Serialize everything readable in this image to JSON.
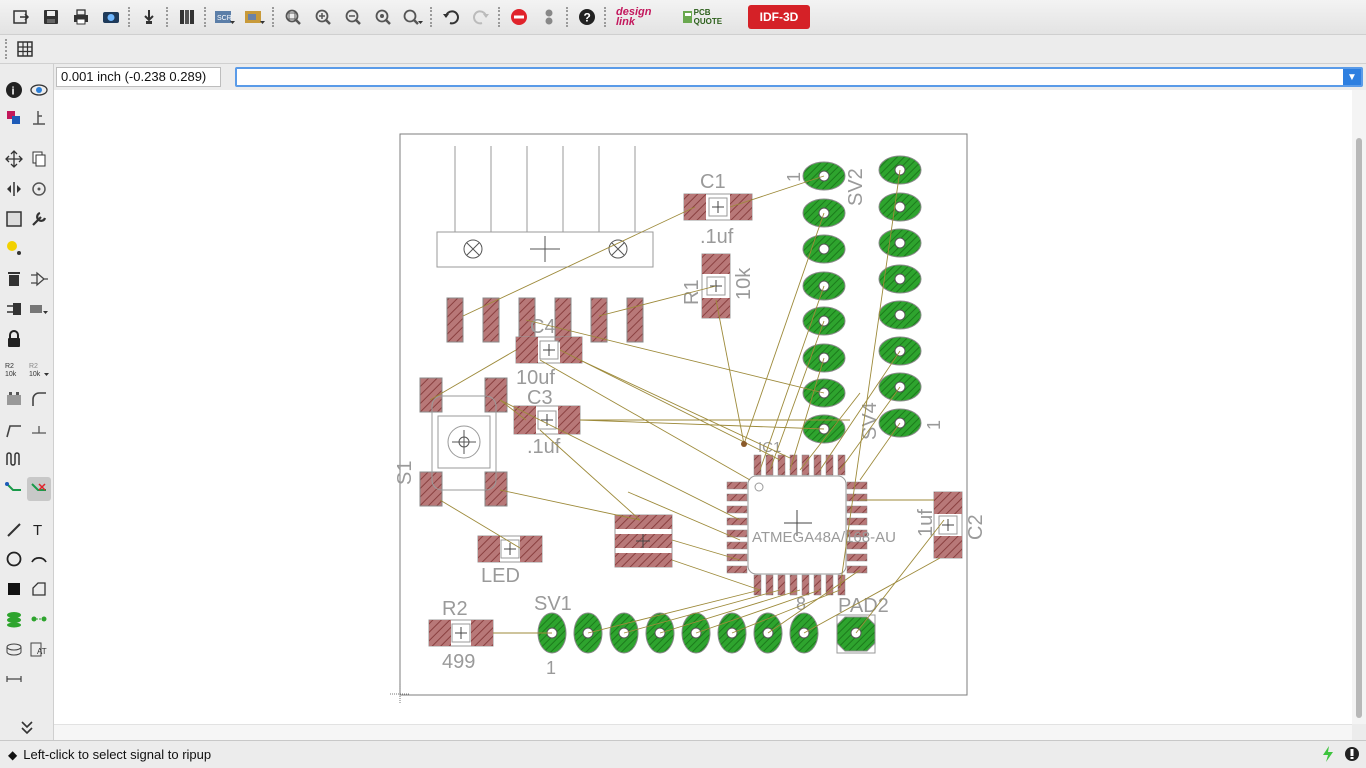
{
  "toolbar": {
    "items": [
      "open-icon",
      "save-icon",
      "print-icon",
      "cam-icon",
      "sch-switch-icon",
      "ulp-icon",
      "script-icon",
      "run-icon",
      "zoom-fit-icon",
      "zoom-in-icon",
      "zoom-out-icon",
      "zoom-select-icon",
      "zoom-redraw-icon",
      "undo-icon",
      "redo-icon",
      "stop-icon",
      "go-icon",
      "help-icon"
    ],
    "designlink_label": "design link",
    "pcbquote_label": "PCB QUOTE",
    "idf3d_label": "IDF-3D"
  },
  "coord": {
    "value": "0.001 inch (-0.238 0.289)"
  },
  "command": {
    "value": ""
  },
  "status": {
    "message": "Left-click to select signal to ripup"
  },
  "colors": {
    "board_outline": "#7d7d7d",
    "pad_copper": "#b06060",
    "thru_pad": "#2ea42e",
    "airwire": "#9d8a3a",
    "label_text": "#9a9a9a"
  },
  "board": {
    "labels": {
      "c1": "C1",
      "c1_val": ".1uf",
      "r1": "R1",
      "r1_val": "10k",
      "c4": "C4",
      "c4_val": "10uf",
      "c3": "C3",
      "c3_val": ".1uf",
      "s1": "S1",
      "led": "LED",
      "r2": "R2",
      "r2_val": "499",
      "sv1": "SV1",
      "sv1_pin1": "1",
      "sv1_pin8": "8",
      "pad2": "PAD2",
      "ic1": "IC1",
      "ic1_val": "ATMEGA48A/168-AU",
      "c2": "C2",
      "c2_val": "1uf",
      "sv2": "SV2",
      "sv2_pin1": "1",
      "sv4": "SV4",
      "sv4_pin1": "1"
    }
  }
}
